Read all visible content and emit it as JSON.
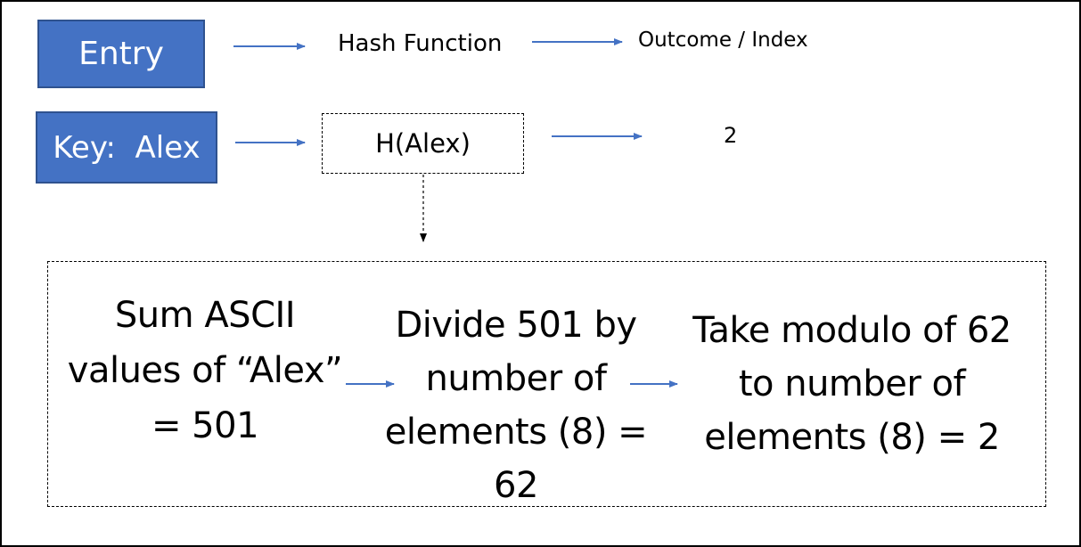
{
  "header_row": {
    "entry_label": "Entry",
    "hash_function_label": "Hash Function",
    "outcome_label": "Outcome / Index"
  },
  "key_row": {
    "key_label": "Key:  Alex",
    "hash_call": "H(Alex)",
    "result": "2"
  },
  "steps": [
    {
      "lines": [
        "Sum ASCII",
        "values of “Alex”",
        "= 501"
      ]
    },
    {
      "lines": [
        "Divide 501 by",
        "number of",
        "elements (8) =",
        "62"
      ]
    },
    {
      "lines": [
        "Take modulo of 62",
        "to number of",
        "elements (8) = 2"
      ]
    }
  ],
  "colors": {
    "box_fill": "#4472c4",
    "box_border": "#2f528f",
    "arrow": "#4472c4",
    "text": "#000000"
  }
}
